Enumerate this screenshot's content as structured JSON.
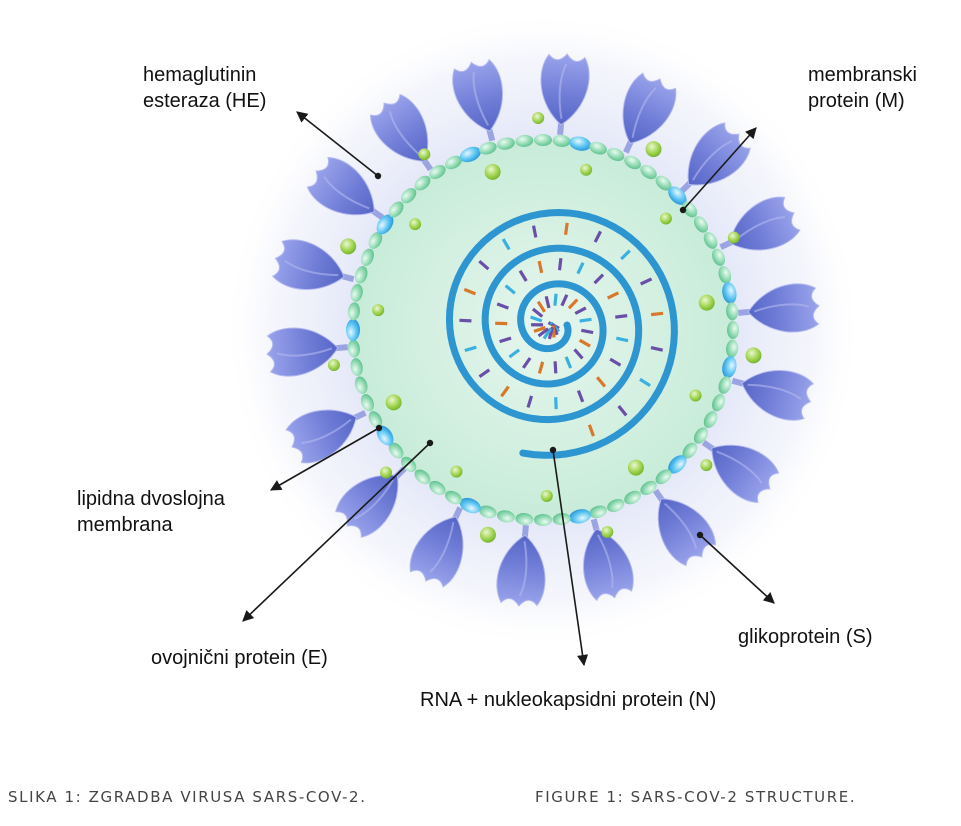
{
  "labels": {
    "he": [
      "hemaglutinin",
      "esteraza (HE)"
    ],
    "m": [
      "membranski",
      "protein (M)"
    ],
    "lipid": [
      "lipidna dvoslojna",
      "membrana"
    ],
    "e": "ovojnični protein (E)",
    "s": "glikoprotein (S)",
    "n": "RNA + nukleokapsidni protein (N)"
  },
  "captions": {
    "left": "SLIKA 1: ZGRADBA VIRUSA SARS-COV-2.",
    "right": "FIGURE 1: SARS-COV-2 STRUCTURE."
  },
  "colors": {
    "core": "#d3f1e3",
    "halo": "#e8ebf8",
    "spike": "#7a86d8",
    "spike_light": "#b3b9ee",
    "membrane_bead": "#8fd9b1",
    "membrane_protein": "#3aaee6",
    "he_protein": "#8cc83c",
    "rna_strand": "#2d95d0",
    "rna_orange": "#d9782a",
    "rna_purple": "#6a4fa8",
    "rna_cyan": "#3ab0e0",
    "arrow": "#1a1a1a"
  }
}
